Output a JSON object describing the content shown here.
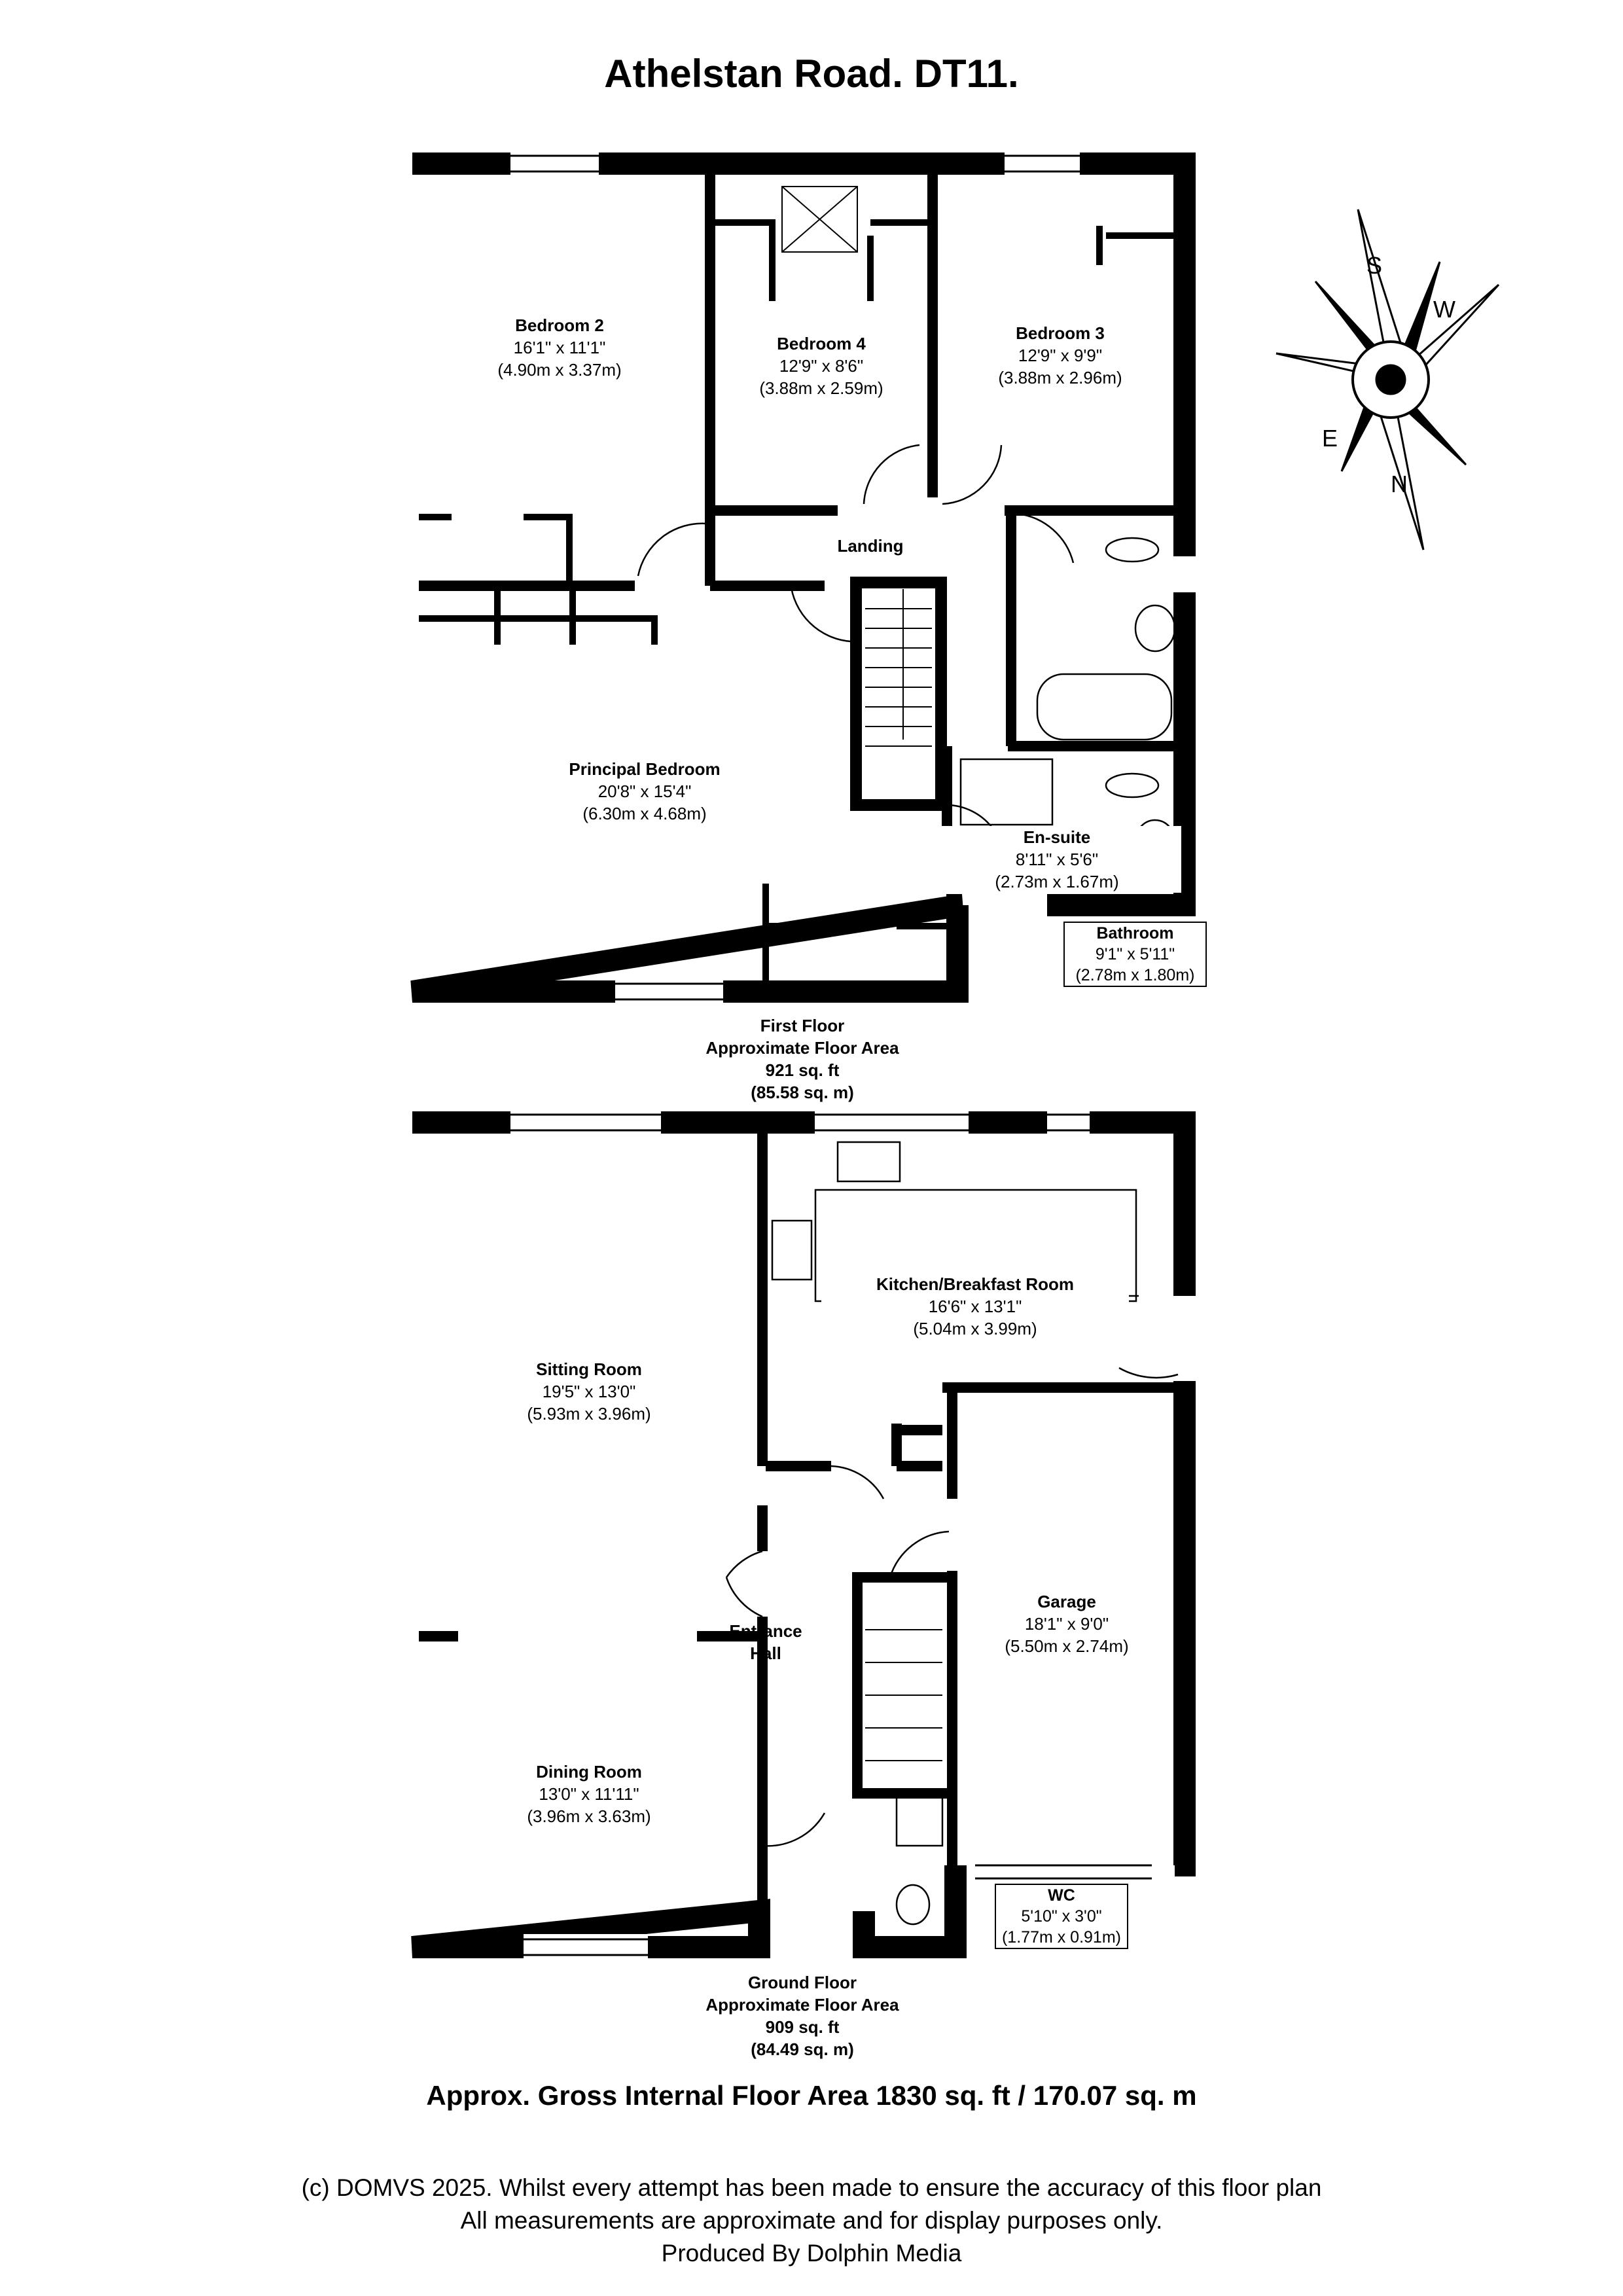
{
  "title": "Athelstan Road. DT11.",
  "first_floor": {
    "rooms": [
      {
        "name": "Bedroom 2",
        "imperial": "16'1\" x 11'1\"",
        "metric": "(4.90m x 3.37m)"
      },
      {
        "name": "Bedroom 4",
        "imperial": "12'9\" x 8'6\"",
        "metric": "(3.88m x 2.59m)"
      },
      {
        "name": "Bedroom 3",
        "imperial": "12'9\" x 9'9\"",
        "metric": "(3.88m x 2.96m)"
      },
      {
        "name": "Landing"
      },
      {
        "name": "Principal Bedroom",
        "imperial": "20'8\" x 15'4\"",
        "metric": "(6.30m x 4.68m)"
      },
      {
        "name": "En-suite",
        "imperial": "8'11\" x 5'6\"",
        "metric": "(2.73m x 1.67m)"
      },
      {
        "name": "Bathroom",
        "imperial": "9'1\" x 5'11\"",
        "metric": "(2.78m x 1.80m)"
      }
    ],
    "area": {
      "label": "First Floor",
      "sublabel": "Approximate Floor Area",
      "sqft": "921 sq. ft",
      "sqm": "(85.58 sq. m)"
    }
  },
  "ground_floor": {
    "rooms": [
      {
        "name": "Kitchen/Breakfast Room",
        "imperial": "16'6\" x 13'1\"",
        "metric": "(5.04m x 3.99m)"
      },
      {
        "name": "Sitting Room",
        "imperial": "19'5\" x 13'0\"",
        "metric": "(5.93m x 3.96m)"
      },
      {
        "name": "Garage",
        "imperial": "18'1\" x 9'0\"",
        "metric": "(5.50m x 2.74m)"
      },
      {
        "name": "Entrance",
        "name2": "Hall"
      },
      {
        "name": "Dining Room",
        "imperial": "13'0\" x 11'11\"",
        "metric": "(3.96m x 3.63m)"
      },
      {
        "name": "WC",
        "imperial": "5'10\" x 3'0\"",
        "metric": "(1.77m x 0.91m)"
      }
    ],
    "area": {
      "label": "Ground Floor",
      "sublabel": "Approximate Floor Area",
      "sqft": "909 sq. ft",
      "sqm": "(84.49 sq. m)"
    }
  },
  "compass": {
    "letters": [
      "S",
      "W",
      "E",
      "N"
    ]
  },
  "gross_area": "Approx. Gross Internal Floor Area 1830 sq. ft / 170.07 sq. m",
  "footer": [
    "(c) DOMVS 2025. Whilst every attempt has been made to ensure the accuracy of this floor plan",
    "All measurements are approximate and for display purposes only.",
    "Produced By Dolphin Media"
  ],
  "colors": {
    "wall": "#000000",
    "background": "#ffffff"
  }
}
